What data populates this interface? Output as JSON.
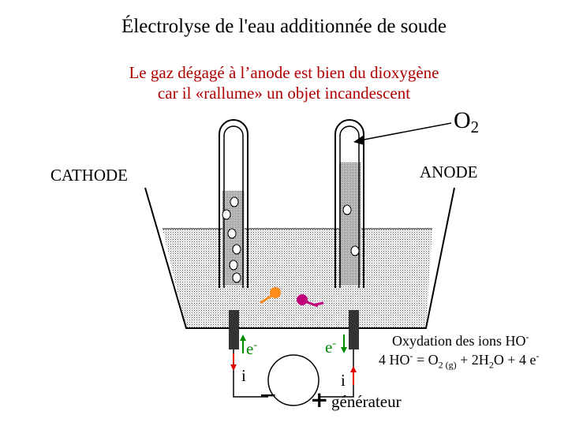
{
  "title": "Électrolyse de l'eau additionnée de soude",
  "caption": {
    "line1": "Le gaz dégagé à l’anode est bien du dioxygène",
    "line2": "car il «rallume» un objet incandescent"
  },
  "labels": {
    "o2_main": "O",
    "o2_sub": "2",
    "cathode": "CATHODE",
    "anode": "ANODE",
    "electron_left": "e",
    "electron_right": "e",
    "electron_sup": "-",
    "current_left": "i",
    "current_right": "i",
    "generator": "générateur",
    "minus_sign": "−",
    "plus_sign": "+"
  },
  "equation": {
    "line1_text": "Oxydation des ions HO",
    "line1_sup": "-",
    "line2_a": "4 HO",
    "line2_a_sup": "-",
    "line2_b": " = O",
    "line2_b_sub": "2 (g)",
    "line2_c": " + 2H",
    "line2_c_sub": "2",
    "line2_d": "O + 4 e",
    "line2_d_sup": "-"
  },
  "colors": {
    "caption": "#b00000",
    "electron": "#008a00",
    "current_arrow": "#e00000",
    "hydroxide_ion": "#ff8c1a",
    "ion_magenta": "#c0007a",
    "electrode": "#333333"
  }
}
